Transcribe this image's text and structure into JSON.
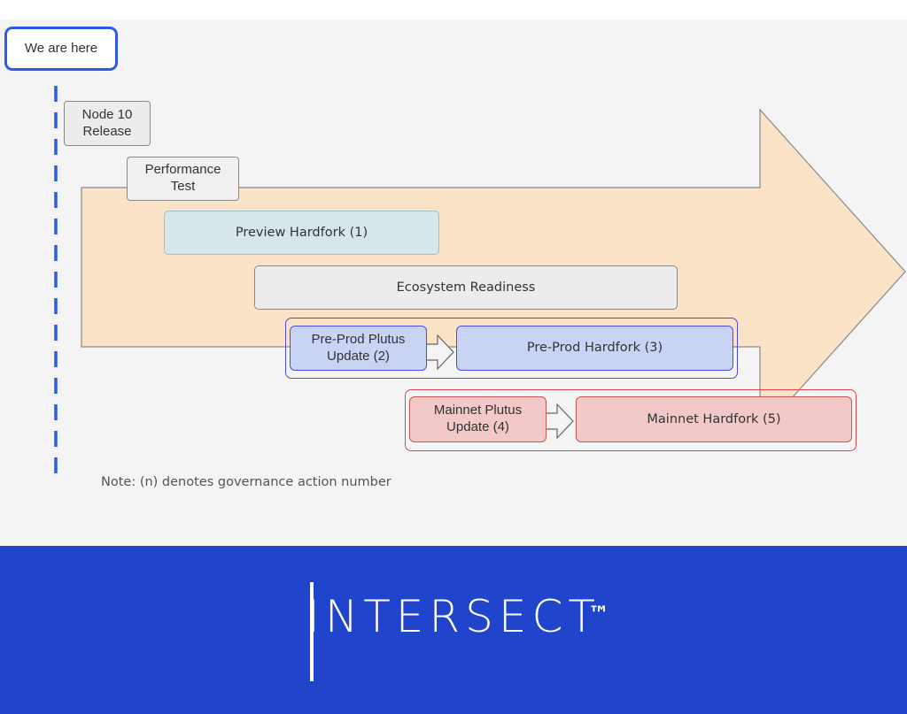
{
  "diagram": {
    "marker": "We are here",
    "node10": "Node 10\nRelease",
    "performance": "Performance\nTest",
    "preview": "Preview Hardfork (1)",
    "ecosystem": "Ecosystem Readiness",
    "preprod_plutus": "Pre-Prod Plutus\nUpdate (2)",
    "preprod_hardfork": "Pre-Prod Hardfork (3)",
    "mainnet_plutus": "Mainnet Plutus\nUpdate (4)",
    "mainnet_hardfork": "Mainnet Hardfork (5)",
    "note": "Note: (n) denotes governance action number"
  },
  "footer": {
    "brand": "INTERSECT",
    "trademark": "™"
  },
  "colors": {
    "big_arrow": "#fbe3c8",
    "timeline_dash": "#2f5be0",
    "preprod": "#4a4ae8",
    "mainnet": "#e04848",
    "footer_bg": "#2045cc"
  }
}
